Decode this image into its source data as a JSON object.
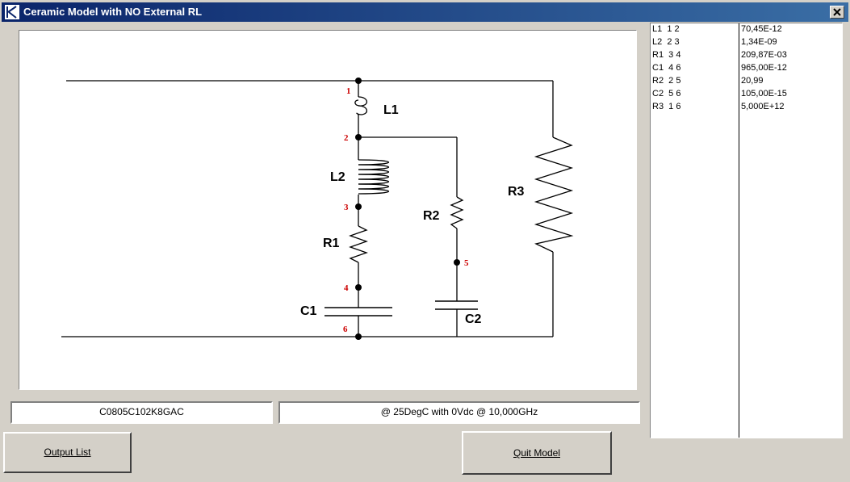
{
  "window": {
    "title": "Ceramic Model with NO External RL"
  },
  "schematic": {
    "components": {
      "L1": "L1",
      "L2": "L2",
      "R1": "R1",
      "R2": "R2",
      "R3": "R3",
      "C1": "C1",
      "C2": "C2"
    },
    "nodes": {
      "n1": "1",
      "n2": "2",
      "n3": "3",
      "n4": "4",
      "n5": "5",
      "n6": "6"
    },
    "node_label_color": "#cc0000"
  },
  "part_number": "C0805C102K8GAC",
  "conditions": "@ 25DegC with 0Vdc @ 10,000GHz",
  "buttons": {
    "output_list": "Output List",
    "quit_model": "Quit Model"
  },
  "netlist": [
    {
      "name": "L1  1 2",
      "value": "70,45E-12"
    },
    {
      "name": "L2  2 3",
      "value": "1,34E-09"
    },
    {
      "name": "R1  3 4",
      "value": "209,87E-03"
    },
    {
      "name": "C1  4 6",
      "value": "965,00E-12"
    },
    {
      "name": "R2  2 5",
      "value": "20,99"
    },
    {
      "name": "C2  5 6",
      "value": "105,00E-15"
    },
    {
      "name": "R3  1 6",
      "value": "5,000E+12"
    }
  ],
  "colors": {
    "titlebar": "#0a246a",
    "face": "#d4d0c8"
  }
}
